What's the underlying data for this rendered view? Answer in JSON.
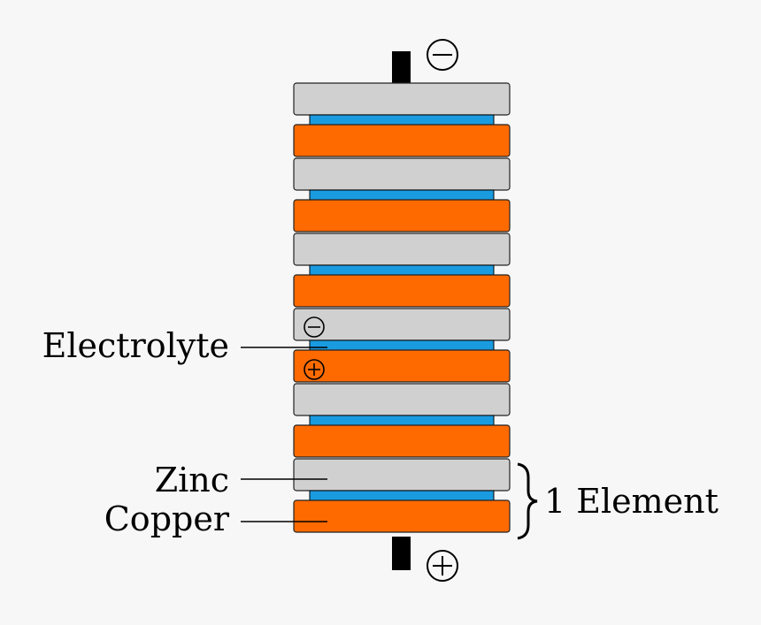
{
  "diagram": {
    "terminal_top_symbol": "⊖",
    "terminal_bottom_symbol": "⊕",
    "cell_minus_symbol": "⊖",
    "cell_plus_symbol": "⊕",
    "labels": {
      "electrolyte": "Electrolyte",
      "zinc": "Zinc",
      "copper": "Copper",
      "element": "1 Element"
    },
    "colors": {
      "zinc": "#d0d0d0",
      "copper": "#ff6a00",
      "electrolyte": "#1a9be0",
      "terminal": "#000000",
      "background": "#f7f7f7"
    },
    "layers": [
      "zinc",
      "electrolyte",
      "copper",
      "zinc",
      "electrolyte",
      "copper",
      "zinc",
      "electrolyte",
      "copper",
      "zinc",
      "electrolyte",
      "copper",
      "zinc",
      "electrolyte",
      "copper",
      "zinc",
      "electrolyte",
      "copper"
    ],
    "icons": [
      "minus-circle-icon",
      "plus-circle-icon",
      "curly-brace-icon"
    ]
  }
}
